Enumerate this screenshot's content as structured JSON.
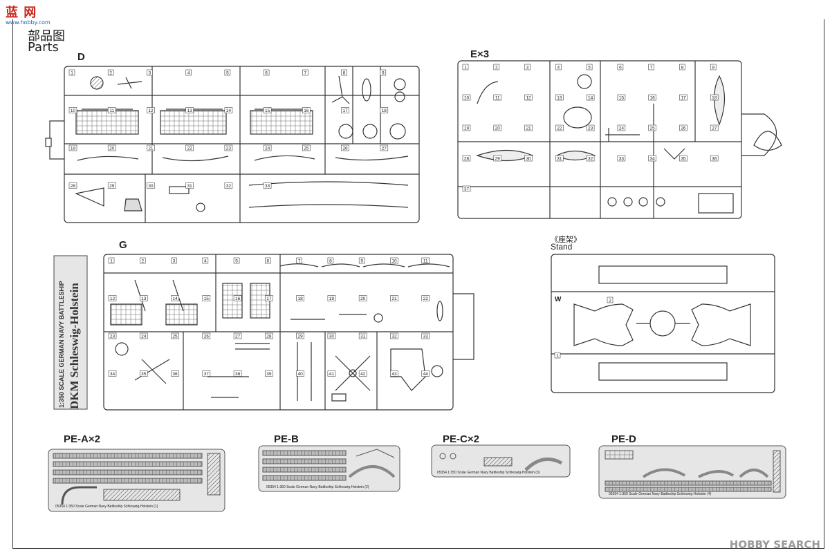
{
  "site_logo": {
    "text": "蓝 网",
    "sub": "www.hobby.com"
  },
  "heading": {
    "cn": "部品图",
    "en": "Parts"
  },
  "sprues": {
    "D": {
      "label": "D",
      "numbers": [
        "1",
        "2",
        "3",
        "4",
        "5",
        "6",
        "7",
        "8",
        "9",
        "10",
        "11",
        "12",
        "13",
        "14",
        "15",
        "16",
        "17",
        "18",
        "19",
        "20",
        "21",
        "22",
        "23",
        "24",
        "25",
        "26",
        "27",
        "28",
        "29",
        "30",
        "31",
        "32",
        "33"
      ]
    },
    "E": {
      "label": "E×3",
      "numbers": [
        "1",
        "2",
        "3",
        "4",
        "5",
        "6",
        "7",
        "8",
        "9",
        "10",
        "11",
        "12",
        "13",
        "14",
        "15",
        "16",
        "17",
        "18",
        "19",
        "20",
        "21",
        "22",
        "23",
        "24",
        "25",
        "26",
        "27",
        "28",
        "29",
        "30",
        "31",
        "32",
        "33",
        "34",
        "35",
        "36",
        "37"
      ]
    },
    "G": {
      "label": "G",
      "numbers": [
        "1",
        "2",
        "3",
        "4",
        "5",
        "6",
        "7",
        "8",
        "9",
        "10",
        "11",
        "12",
        "13",
        "14",
        "15",
        "16",
        "17",
        "18",
        "19",
        "20",
        "21",
        "22",
        "23",
        "24",
        "25",
        "26",
        "27",
        "28",
        "29",
        "30",
        "31",
        "32",
        "33",
        "34",
        "35",
        "36",
        "37",
        "38",
        "39",
        "40",
        "41",
        "42",
        "43",
        "44"
      ]
    },
    "W": {
      "label_cn": "《座架》",
      "label_en": "Stand",
      "tag": "W",
      "numbers": [
        "1",
        "2"
      ]
    }
  },
  "box_side": {
    "line1": "1:350 SCALE GERMAN NAVY BATTLESHIP",
    "line2": "DKM Schleswig-Holstein"
  },
  "photo_etch": [
    {
      "label": "PE-A×2",
      "code": "05354 1:350 Scale German Navy Battleship Schleswig-Holstein (1)"
    },
    {
      "label": "PE-B",
      "code": "05354 1:350 Scale German Navy Battleship Schleswig-Holstein (2)"
    },
    {
      "label": "PE-C×2",
      "code": "05354 1:350 Scale German Navy Battleship Schleswig-Holstein (3)"
    },
    {
      "label": "PE-D",
      "code": "05354 1:350 Scale German Navy Battleship Schleswig-Holstein (4)"
    }
  ],
  "watermark": "HOBBY SEARCH"
}
